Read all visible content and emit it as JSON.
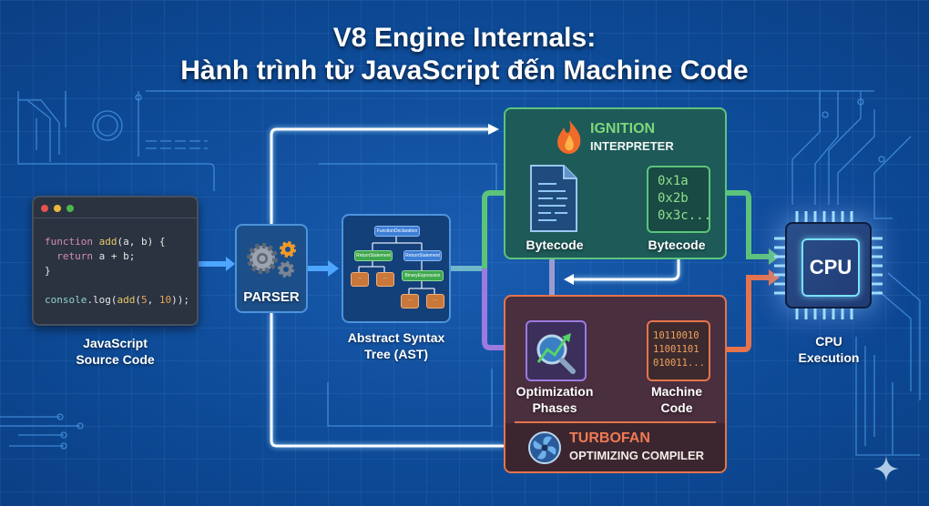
{
  "title": {
    "line1": "V8 Engine Internals:",
    "line2": "Hành trình từ JavaScript đến Machine Code"
  },
  "source": {
    "code_lines": [
      {
        "parts": [
          [
            "kw",
            "function "
          ],
          [
            "fn",
            "add"
          ],
          [
            "",
            "(a, b) {"
          ]
        ]
      },
      {
        "parts": [
          [
            "kw",
            "  return "
          ],
          [
            "",
            "a + b;"
          ]
        ]
      },
      {
        "parts": [
          [
            "",
            "}"
          ]
        ]
      },
      {
        "parts": [
          [
            "",
            ""
          ]
        ]
      },
      {
        "parts": [
          [
            "cl",
            "console"
          ],
          [
            "",
            ".log("
          ],
          [
            "fn",
            "add"
          ],
          [
            "",
            "("
          ],
          [
            "nm",
            "5"
          ],
          [
            "",
            ", "
          ],
          [
            "nm",
            "10"
          ],
          [
            "",
            "));"
          ]
        ]
      }
    ],
    "label_line1": "JavaScript",
    "label_line2": "Source Code",
    "window_dots": [
      "#e5534b",
      "#e8b83b",
      "#4cb84c"
    ]
  },
  "parser": {
    "label": "PARSER",
    "icon": "gears-icon"
  },
  "ast": {
    "label_line1": "Abstract Syntax",
    "label_line2": "Tree (AST)",
    "nodes": {
      "root": "FunctionDeclaration",
      "left": "ReturnStatement",
      "right": "ReturnStatement",
      "binary": "BinaryExpression",
      "leaf": "..."
    }
  },
  "ignition": {
    "title": "IGNITION",
    "subtitle": "INTERPRETER",
    "icon": "flame-icon",
    "bytecode_doc_label": "Bytecode",
    "bytecode_hex_label": "Bytecode",
    "hex_lines": [
      "0x1a",
      "0x2b",
      "0x3c..."
    ],
    "accent": "#5cc47a"
  },
  "turbofan": {
    "title": "TURBOFAN",
    "subtitle": "OPTIMIZING COMPILER",
    "icon": "fan-icon",
    "opt_label_line1": "Optimization",
    "opt_label_line2": "Phases",
    "machine_label_line1": "Machine",
    "machine_label_line2": "Code",
    "binary_lines": [
      "10110010",
      "11001101",
      "010011..."
    ],
    "accent": "#e5744c"
  },
  "cpu": {
    "chip_label": "CPU",
    "label_line1": "CPU",
    "label_line2": "Execution"
  },
  "watermark_icon": "sparkle-icon"
}
